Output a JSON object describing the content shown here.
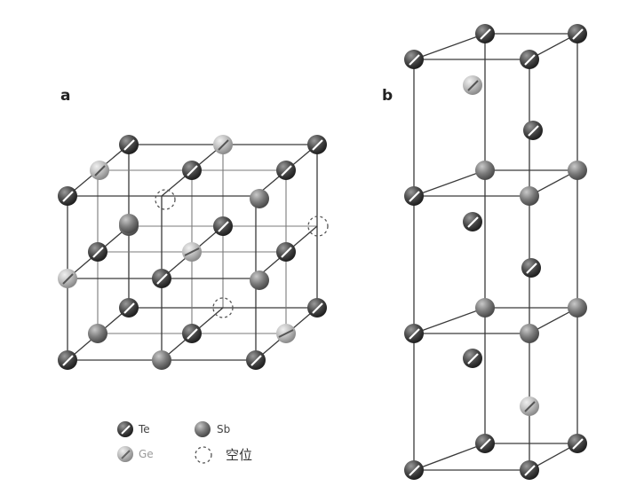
{
  "diagram": {
    "panel_a_label": "a",
    "panel_b_label": "b",
    "legend": {
      "te": "Te",
      "sb": "Sb",
      "ge": "Ge",
      "vacancy": "空位"
    },
    "colors": {
      "te": "#4a4a4a",
      "sb": "#7c7c7c",
      "ge": "#bdbdbd",
      "line": "#3a3a3a"
    }
  }
}
